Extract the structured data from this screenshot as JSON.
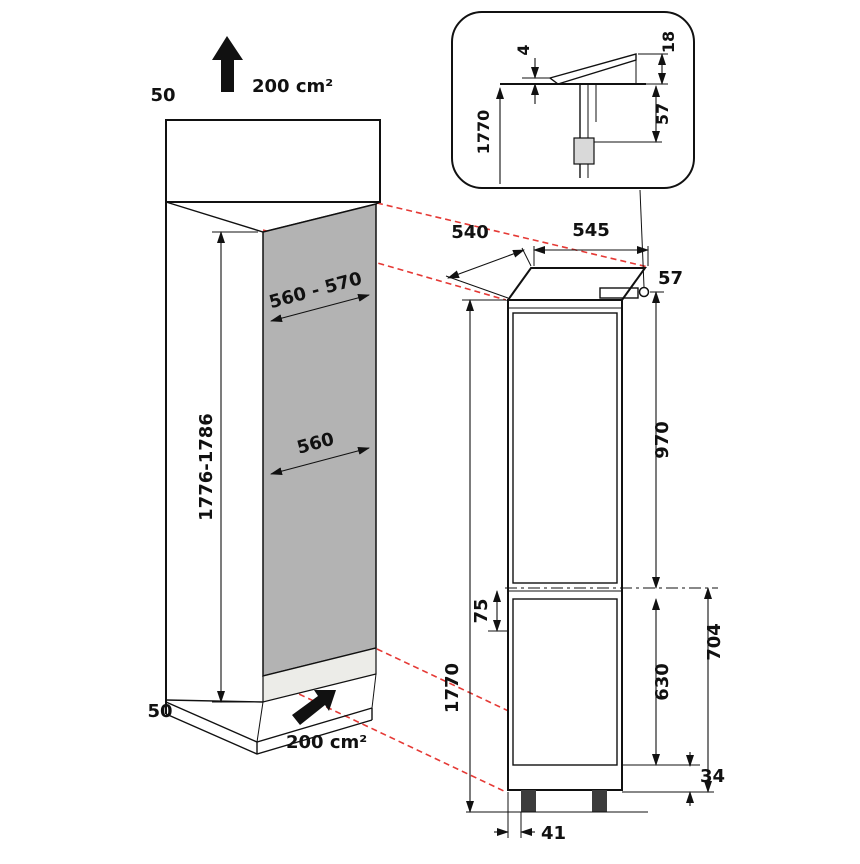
{
  "niche": {
    "clearance_top": "50",
    "vent_top": "200 cm²",
    "width_top": "560 - 570",
    "width_mid": "560",
    "height": "1776-1786",
    "clearance_bottom": "50",
    "vent_bottom": "200 cm²"
  },
  "appliance": {
    "depth": "540",
    "width": "545",
    "hinge": "57",
    "upper_door": "970",
    "gap": "75",
    "height": "1770",
    "lower_door": "630",
    "lower_section": "704",
    "plinth": "34",
    "foot_inset": "41"
  },
  "detail": {
    "gap": "4",
    "flap": "18",
    "height": "1770",
    "hinge_depth": "57"
  },
  "colors": {
    "outline": "#111111",
    "projection": "#e53935",
    "panel_dark": "#b3b3b3",
    "panel_light": "#ecece8"
  }
}
